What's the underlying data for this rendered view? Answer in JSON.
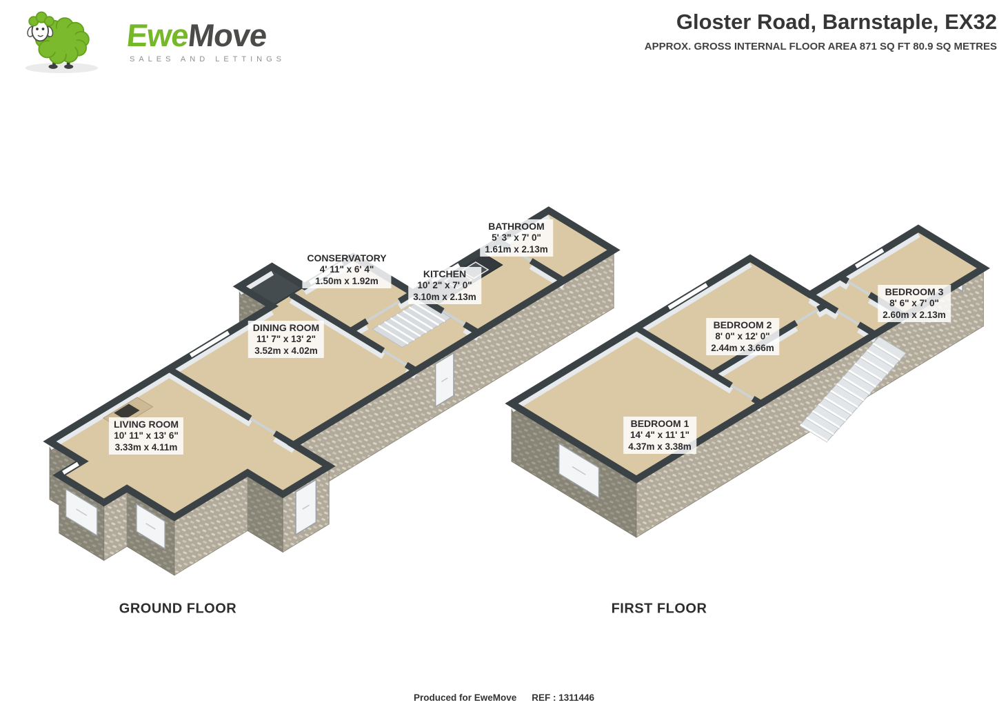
{
  "logo": {
    "brand_ewe": "Ewe",
    "brand_move": "Move",
    "tagline": "SALES AND LETTINGS"
  },
  "header": {
    "title": "Gloster Road, Barnstaple, EX32",
    "subtitle": "APPROX. GROSS INTERNAL FLOOR AREA 871 SQ FT 80.9 SQ METRES"
  },
  "colors": {
    "accent_green": "#76b82a",
    "wall_top": "#3b4246",
    "floor_tan": "#dbc9a6",
    "brick_light": "#b2ab9b",
    "text_dark": "#363638"
  },
  "plans": {
    "ground": {
      "label": "GROUND FLOOR",
      "rooms": [
        {
          "name": "LIVING ROOM",
          "imperial": "10' 11\" x 13' 6\"",
          "metric": "3.33m x 4.11m"
        },
        {
          "name": "DINING ROOM",
          "imperial": "11' 7\" x 13' 2\"",
          "metric": "3.52m x 4.02m"
        },
        {
          "name": "CONSERVATORY",
          "imperial": "4' 11\" x 6' 4\"",
          "metric": "1.50m x 1.92m"
        },
        {
          "name": "KITCHEN",
          "imperial": "10' 2\" x 7' 0\"",
          "metric": "3.10m x 2.13m"
        },
        {
          "name": "BATHROOM",
          "imperial": "5' 3\" x 7' 0\"",
          "metric": "1.61m x 2.13m"
        }
      ]
    },
    "first": {
      "label": "FIRST FLOOR",
      "rooms": [
        {
          "name": "BEDROOM 1",
          "imperial": "14' 4\" x 11' 1\"",
          "metric": "4.37m x 3.38m"
        },
        {
          "name": "BEDROOM 2",
          "imperial": "8' 0\" x 12' 0\"",
          "metric": "2.44m x 3.66m"
        },
        {
          "name": "BEDROOM 3",
          "imperial": "8' 6\" x 7' 0\"",
          "metric": "2.60m x 2.13m"
        }
      ]
    }
  },
  "footer": {
    "produced": "Produced for EweMove",
    "ref": "REF : 1311446"
  }
}
